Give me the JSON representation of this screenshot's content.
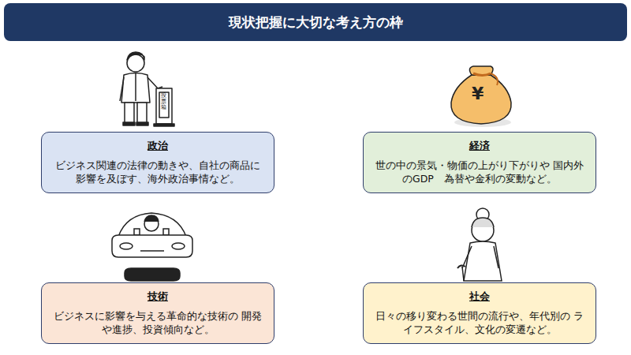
{
  "diagram": {
    "title": "現状把握に大切な考え方の枠",
    "nodes": [
      {
        "text": [
          "政治",
          "ビジネス関連の法律の動きや、自社の商品に 影響を及ぼす、海外政治事情など。"
        ]
      },
      {
        "text": [
          "経済",
          "世の中の景気・物価の上がり下がりや 国内外のGDP　為替や金利の変動など。"
        ]
      },
      {
        "text": [
          "技術",
          "ビジネスに影響を与える革命的な技術の 開発や進捗、投資傾向など。"
        ]
      },
      {
        "text": [
          "社会",
          "日々の移り変わる世間の流行や、年代別の ライフスタイル、文化の変遷など。"
        ]
      }
    ],
    "labels": [
      "投票箱",
      "¥"
    ]
  }
}
